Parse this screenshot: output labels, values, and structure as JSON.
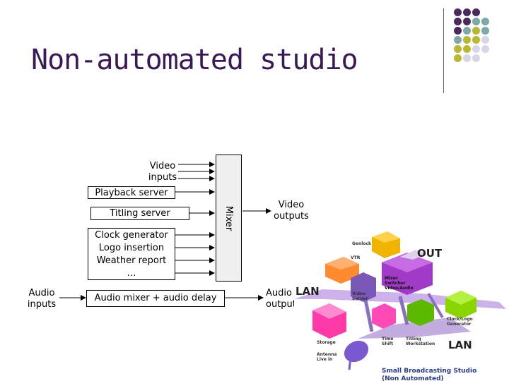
{
  "title": "Non-automated studio",
  "palette": {
    "purple": "#4a2a5c",
    "teal": "#7ea7a8",
    "olive": "#b8b832",
    "lavender": "#d6d6e6"
  },
  "decor_dots": [
    [
      "purple",
      "purple",
      "purple"
    ],
    [
      "purple",
      "purple",
      "teal",
      "teal"
    ],
    [
      "purple",
      "teal",
      "olive",
      "teal"
    ],
    [
      "teal",
      "olive",
      "olive",
      "lavender"
    ],
    [
      "olive",
      "olive",
      "lavender",
      "lavender"
    ],
    [
      "olive",
      "lavender",
      "lavender"
    ]
  ],
  "diagram": {
    "video_inputs": "Video\ninputs",
    "playback_server": "Playback server",
    "titling_server": "Titling server",
    "graphics_box": "Clock generator\nLogo insertion\nWeather report\n…",
    "mixer": "Mixer",
    "video_outputs": "Video\noutputs",
    "audio_inputs": "Audio\ninputs",
    "audio_mixer": "Audio mixer + audio delay",
    "audio_outputs": "Audio\noutputs"
  },
  "studio_image": {
    "out_label": "OUT",
    "lan_left": "LAN",
    "lan_bottom": "LAN",
    "genlock": "Genlock",
    "vtr": "VTR",
    "mixer_switcher": "Mixer\nSwitcher\nVideo/Audio",
    "video_server": "Video\nServer",
    "clock_logo": "Clock/Logo\nGenerator",
    "time_shift": "Time\nShift",
    "titling_ws": "Titling\nWorkstation",
    "storage": "Storage",
    "antenna": "Antenna\nLive in",
    "caption": "Small Broadcasting Studio\n(Non Automated)"
  }
}
